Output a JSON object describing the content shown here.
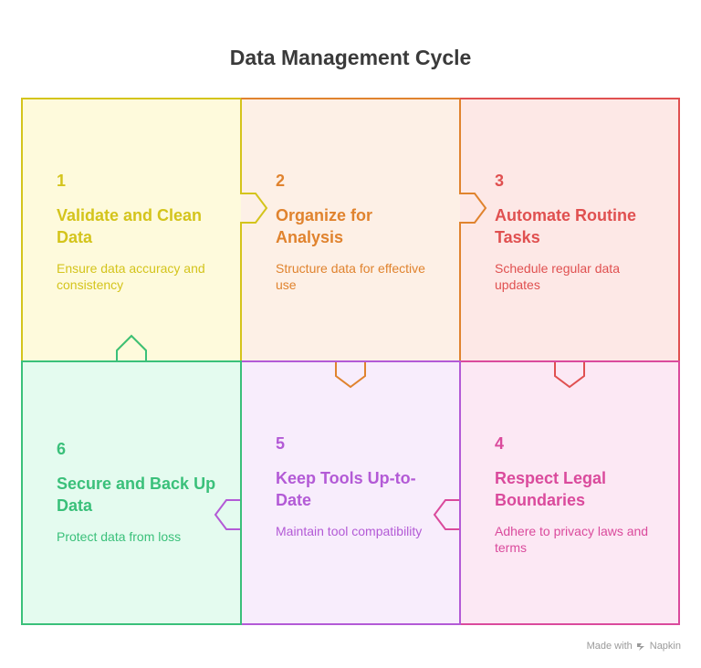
{
  "title": "Data Management Cycle",
  "steps": [
    {
      "number": "1",
      "heading": "Validate and Clean Data",
      "description": "Ensure data accuracy and consistency",
      "color": "#d4c41c",
      "fill": "#fefadc"
    },
    {
      "number": "2",
      "heading": "Organize for Analysis",
      "description": "Structure data for effective use",
      "color": "#e0832e",
      "fill": "#fdf0e6"
    },
    {
      "number": "3",
      "heading": "Automate Routine Tasks",
      "description": "Schedule regular data updates",
      "color": "#e05050",
      "fill": "#fde8e6"
    },
    {
      "number": "4",
      "heading": "Respect Legal Boundaries",
      "description": "Adhere to privacy laws and terms",
      "color": "#da4a9c",
      "fill": "#fce8f4"
    },
    {
      "number": "5",
      "heading": "Keep Tools Up-to-Date",
      "description": "Maintain tool compatibility",
      "color": "#b35ad6",
      "fill": "#f8edfc"
    },
    {
      "number": "6",
      "heading": "Secure and Back Up Data",
      "description": "Protect data from loss",
      "color": "#3ac07a",
      "fill": "#e4fbef"
    }
  ],
  "footer": {
    "made_with": "Made with",
    "brand": "Napkin"
  }
}
